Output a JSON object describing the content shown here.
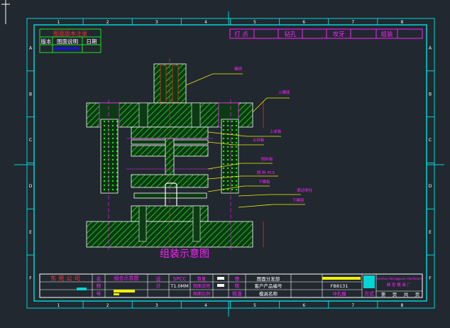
{
  "colors": {
    "background": "#212830",
    "frame": "#00d6d6",
    "line": "#ffffff",
    "hatch": "#20c020",
    "leader": "#f0f000",
    "callout": "#ff20ff",
    "red": "#ff3030",
    "bluebar": "#0000ff"
  },
  "grid": {
    "cols": [
      "1",
      "2",
      "3",
      "4",
      "5",
      "6",
      "7",
      "8"
    ],
    "rows": [
      "A",
      "B",
      "C",
      "D",
      "E",
      "F"
    ]
  },
  "revision_table": {
    "title": "图面版本注录",
    "headers": [
      "版本",
      "图面说明",
      "日期"
    ]
  },
  "process_bar": [
    "打 点",
    "钻孔",
    "攻牙",
    "组装"
  ],
  "callouts": [
    "模柄",
    "上模座",
    "上夹板",
    "止挡板",
    "脱料板",
    "脱 料 PCS",
    "下模板",
    "滚动导柱",
    "下模座"
  ],
  "drawing_title": "组装示意图",
  "title_block": {
    "company": "东 莞 公 司",
    "doc_type": "组合示意图",
    "material": "SPCC",
    "thickness": "T1.0MM",
    "row_labels": [
      "设",
      "计",
      "审",
      "核",
      "核准"
    ],
    "fields": [
      "图面分发部",
      "客户产品编号",
      "模具名称"
    ],
    "product_code": "FB8131",
    "die_name": "冲孔模",
    "left_labels": [
      "名",
      "称",
      "号"
    ],
    "project_label": "方式",
    "mid_labels": [
      "数量",
      "图面说明",
      "图面比例"
    ],
    "logo_line1": "Huizhou Dongguan Hardware",
    "logo_line2": "精 密 模 具 厂",
    "page_labels": [
      "第",
      "页",
      "共",
      "页"
    ]
  }
}
